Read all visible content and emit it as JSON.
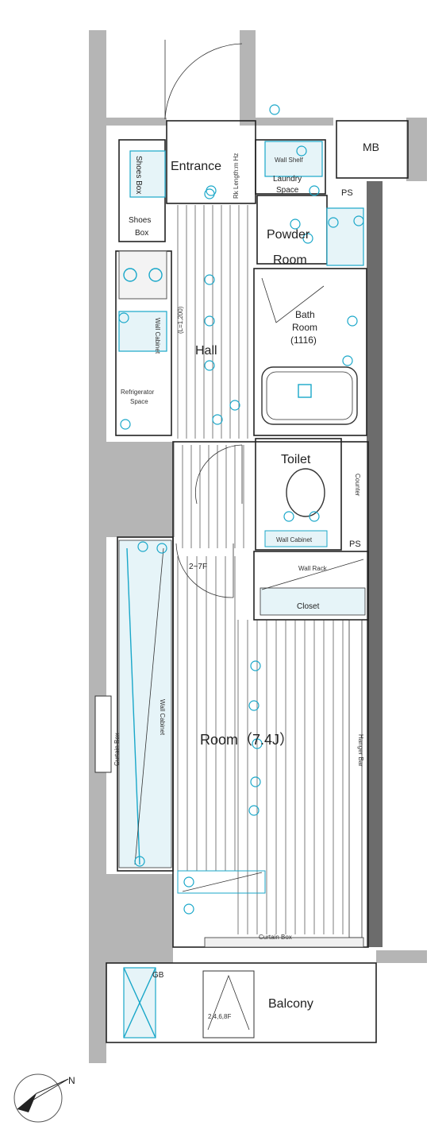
{
  "rooms": {
    "entrance": "Entrance",
    "hall": "Hall",
    "powder_room_line1": "Powder",
    "powder_room_line2": "Room",
    "bath_room_line1": "Bath",
    "bath_room_line2": "Room",
    "bath_room_size": "(1116)",
    "toilet": "Toilet",
    "room": "Room（7.4J）",
    "balcony": "Balcony",
    "mb": "MB",
    "ps_upper": "PS",
    "ps_lower": "PS"
  },
  "fixtures": {
    "shoes_box_upper": "Shoes Box",
    "shoes_box_lower_line1": "Shoes",
    "shoes_box_lower_line2": "Box",
    "wall_shelf": "Wall Shelf",
    "laundry_space_line1": "Laundry",
    "laundry_space_line2": "Space",
    "rack_note": "Rk Length:m Hz",
    "wall_cabinet_kitchen": "Wall Cabinet",
    "refrigerator_space_line1": "Refrigerator",
    "refrigerator_space_line2": "Space",
    "hall_ceiling": "(L=1,200)",
    "counter": "Counter",
    "wall_cabinet_toilet": "Wall Cabinet",
    "wall_rack": "Wall Rack",
    "closet": "Closet",
    "floor_note": "2~7F",
    "curtain_box_left": "Curtain Box",
    "wall_cabinet_room": "Wall Cabinet",
    "hanger_bar": "Hanger Bar",
    "curtain_box_bottom": "Curtain Box",
    "floors_note": "2,4,6,8F",
    "gb": "GB"
  },
  "compass": {
    "north": "N"
  }
}
